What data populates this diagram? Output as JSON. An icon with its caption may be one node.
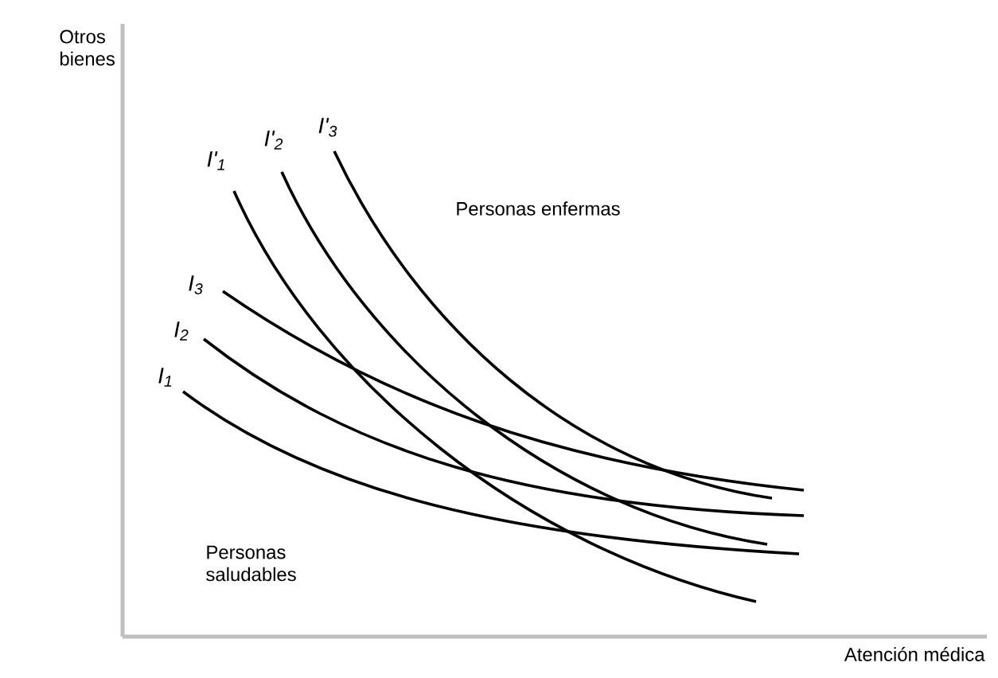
{
  "diagram": {
    "labels": [
      "Otros bienes",
      "I'$_{3}$",
      "I'$_{2}$",
      "I'$_{1}$",
      "Personas enfermas",
      "I$_{3}$",
      "I$_{2}$",
      "I$_{1}$",
      "Personas saludables",
      "Atención médica"
    ]
  }
}
